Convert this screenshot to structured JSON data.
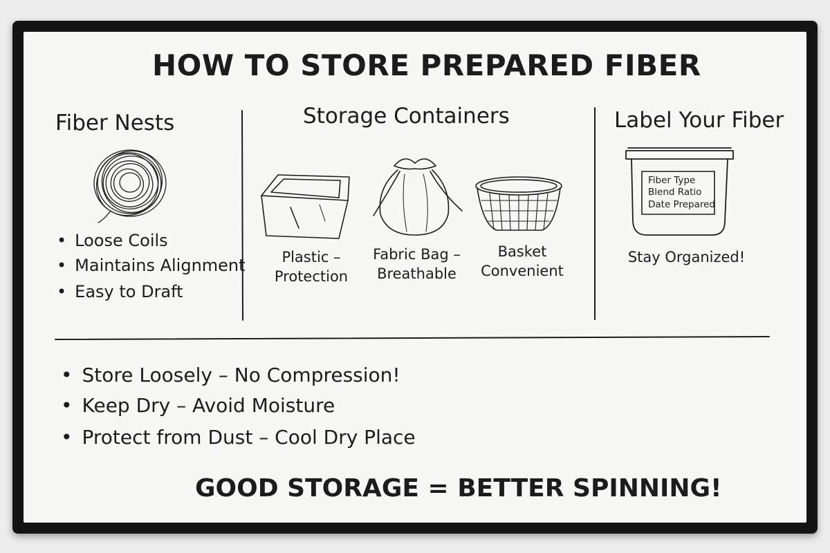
{
  "title": "HOW TO STORE PREPARED FIBER",
  "sections": {
    "nests": {
      "heading": "Fiber Nests",
      "bullets": [
        "Loose Coils",
        "Maintains Alignment",
        "Easy to Draft"
      ]
    },
    "containers": {
      "heading": "Storage Containers",
      "items": [
        {
          "caption": "Plastic –\nProtection",
          "icon": "plastic-box-icon"
        },
        {
          "caption": "Fabric Bag –\nBreathable",
          "icon": "fabric-bag-icon"
        },
        {
          "caption": "Basket\nConvenient",
          "icon": "basket-icon"
        }
      ]
    },
    "label": {
      "heading": "Label Your Fiber",
      "label_lines": [
        "Fiber Type",
        "Blend Ratio",
        "Date Prepared"
      ],
      "caption": "Stay Organized!",
      "icon": "labeled-container-icon"
    }
  },
  "tips": [
    "Store Loosely – No Compression!",
    "Keep Dry – Avoid Moisture",
    "Protect from Dust – Cool Dry Place"
  ],
  "footer": "GOOD STORAGE = BETTER SPINNING!",
  "colors": {
    "frame": "#141414",
    "surface": "#f7f7f5",
    "ink": "#1c1c1c"
  }
}
